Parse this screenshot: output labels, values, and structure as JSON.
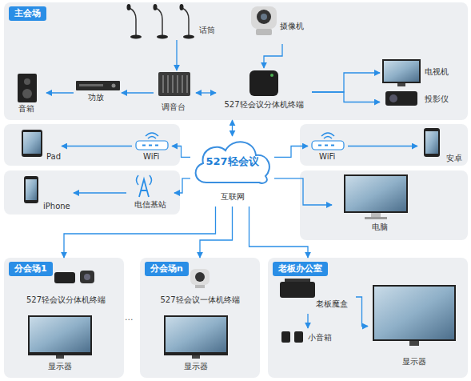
{
  "diagram": {
    "nodes": [
      {
        "text": [
          "主会场"
        ]
      },
      {
        "text": [
          "话筒"
        ],
        "in": 0
      },
      {
        "text": [
          "摄像机"
        ],
        "in": 0
      },
      {
        "text": [
          "音箱"
        ],
        "in": 0
      },
      {
        "text": [
          "功放"
        ],
        "in": 0
      },
      {
        "text": [
          "调音台"
        ],
        "in": 0
      },
      {
        "text": [
          "527轻会议分体机终端"
        ],
        "in": 0
      },
      {
        "text": [
          "电视机"
        ],
        "in": 0
      },
      {
        "text": [
          "投影仪"
        ],
        "in": 0
      },
      {
        "text": [
          "Pad"
        ]
      },
      {
        "text": [
          "WiFi"
        ]
      },
      {
        "text": [
          "527轻会议",
          "互联网"
        ]
      },
      {
        "text": [
          "WiFi"
        ]
      },
      {
        "text": [
          "安卓"
        ]
      },
      {
        "text": [
          "iPhone"
        ]
      },
      {
        "text": [
          "电信基站"
        ]
      },
      {
        "text": [
          "电脑"
        ]
      },
      {
        "text": [
          "分会场1"
        ]
      },
      {
        "text": [
          "527轻会议分体机终端"
        ],
        "in": 17
      },
      {
        "text": [
          "显示器"
        ],
        "in": 17
      },
      {
        "text": [
          "分会场n"
        ]
      },
      {
        "text": [
          "527轻会议一体机终端"
        ],
        "in": 20
      },
      {
        "text": [
          "显示器"
        ],
        "in": 20
      },
      {
        "text": [
          "老板办公室"
        ]
      },
      {
        "text": [
          "老板魔盒"
        ],
        "in": 23
      },
      {
        "text": [
          "显示器"
        ],
        "in": 23
      },
      {
        "text": [
          "小音箱"
        ],
        "in": 23
      }
    ],
    "edges": [
      {
        "from": 1,
        "to": 5,
        "arrow": "to"
      },
      {
        "from": 5,
        "to": 4,
        "arrow": "to"
      },
      {
        "from": 4,
        "to": 3,
        "arrow": "to"
      },
      {
        "from": 5,
        "to": 6,
        "arrow": "both"
      },
      {
        "from": 2,
        "to": 6,
        "arrow": "to"
      },
      {
        "from": 6,
        "to": 7,
        "arrow": "to"
      },
      {
        "from": 6,
        "to": 8,
        "arrow": "to"
      },
      {
        "from": 11,
        "to": 0,
        "arrow": "both"
      },
      {
        "from": 11,
        "to": 10,
        "arrow": "to"
      },
      {
        "from": 10,
        "to": 9,
        "arrow": "to"
      },
      {
        "from": 11,
        "to": 15,
        "arrow": "to"
      },
      {
        "from": 15,
        "to": 14,
        "arrow": "to"
      },
      {
        "from": 11,
        "to": 12,
        "arrow": "to"
      },
      {
        "from": 12,
        "to": 13,
        "arrow": "to"
      },
      {
        "from": 11,
        "to": 16,
        "arrow": "to"
      },
      {
        "from": 11,
        "to": 17,
        "arrow": "to"
      },
      {
        "from": 11,
        "to": 20,
        "arrow": "to"
      },
      {
        "from": 11,
        "to": 23,
        "arrow": "to"
      },
      {
        "from": 24,
        "to": 26,
        "arrow": "to"
      },
      {
        "from": 24,
        "to": 25,
        "arrow": "to"
      }
    ],
    "labels": [
      "..."
    ]
  }
}
